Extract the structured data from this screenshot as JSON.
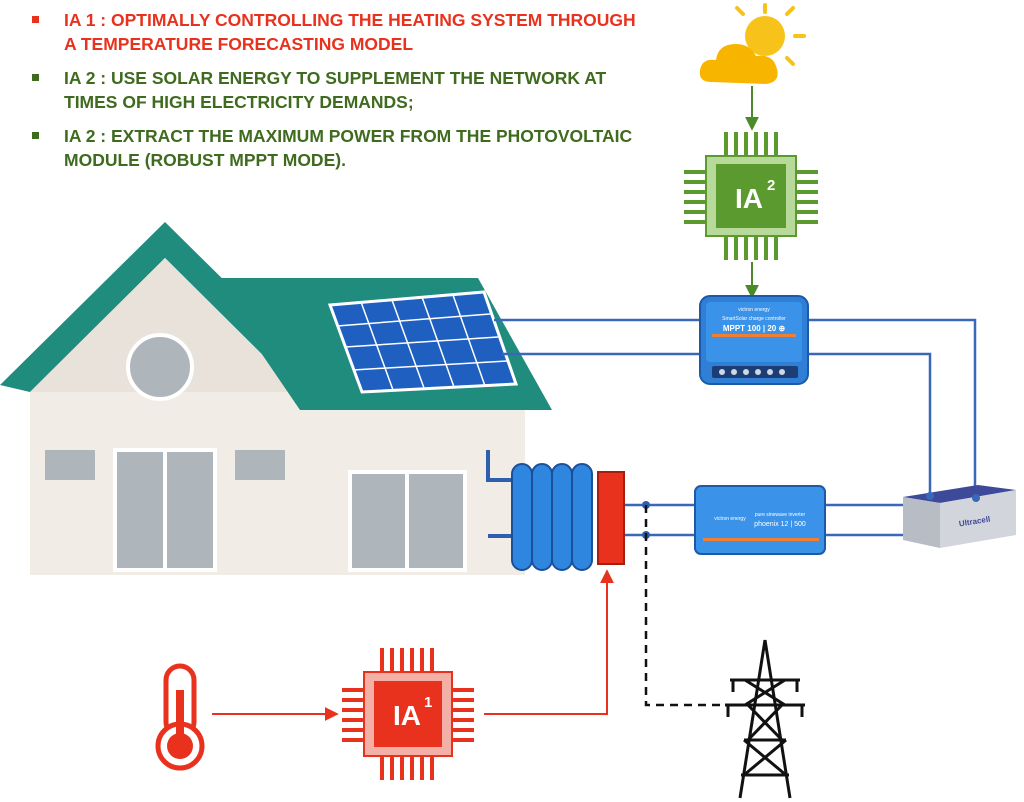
{
  "objectives": [
    {
      "text": "IA 1 : OPTIMALLY CONTROLLING THE HEATING SYSTEM THROUGH A TEMPERATURE FORECASTING MODEL",
      "color": "#e8321e"
    },
    {
      "text": "IA 2 : USE SOLAR ENERGY TO SUPPLEMENT THE NETWORK AT TIMES OF HIGH ELECTRICITY DEMANDS;",
      "color": "#3f6b1f"
    },
    {
      "text": "IA 2 : EXTRACT THE MAXIMUM POWER FROM THE PHOTOVOLTAIC MODULE (ROBUST MPPT MODE).",
      "color": "#3f6b1f"
    }
  ],
  "chip_ia2": {
    "label": "IA",
    "sup": "2",
    "color": "#5a9a2e"
  },
  "chip_ia1": {
    "label": "IA",
    "sup": "1",
    "color": "#e8321e"
  },
  "charge_controller": {
    "brand": "victron energy",
    "name": "SmartSolar charge controller",
    "model": "MPPT 100 | 20 ⊕"
  },
  "inverter": {
    "brand": "victron energy",
    "name": "pure sinewave inverter",
    "model": "phoenix 12 | 500"
  },
  "battery": {
    "brand": "Ultracell"
  },
  "colors": {
    "wire": "#3a68b8",
    "house_roof": "#1f8c7e",
    "panel": "#1f5fbf",
    "radiator": "#2e86de",
    "heater": "#e8321e",
    "sun": "#f7c21a",
    "cloud": "#f7b500"
  }
}
